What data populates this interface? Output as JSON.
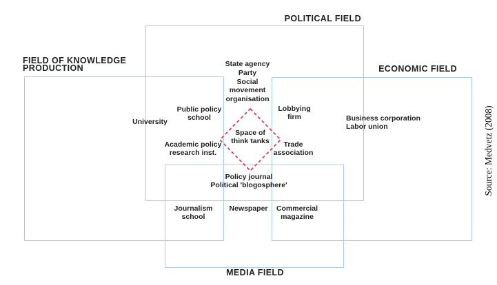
{
  "colors": {
    "border": "#a9cce9",
    "text": "#212121",
    "diamond": "#e23a5e",
    "background": "#ffffff"
  },
  "fields": {
    "political": {
      "title": "POLITICAL FIELD"
    },
    "knowledge": {
      "title": "FIELD OF KNOWLEDGE\nPRODUCTION"
    },
    "economic": {
      "title": "ECONOMIC FIELD"
    },
    "media": {
      "title": "MEDIA FIELD"
    }
  },
  "labels": {
    "political_actors": "State agency\nParty\nSocial\nmovement\norganisation",
    "university": "University",
    "public_policy_school": "Public policy\nschool",
    "academic_policy_research": "Academic policy\nresearch inst.",
    "space_of_think_tanks": "Space of\nthink tanks",
    "lobbying_firm": "Lobbying\nfirm",
    "trade_association": "Trade\nassociation",
    "business_labor": "Business corporation\nLabor union",
    "policy_media": "Policy journal\nPolitical 'blogosphere'",
    "journalism_school": "Journalism\nschool",
    "newspaper": "Newspaper",
    "commercial_magazine": "Commercial\nmagazine"
  },
  "source": "Source: Medvetz (2008)"
}
